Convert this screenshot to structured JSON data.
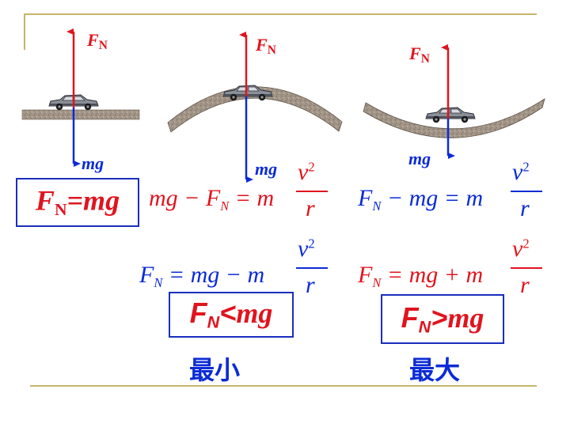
{
  "labels": {
    "normal_force": "F",
    "normal_force_sub": "N",
    "weight": "mg"
  },
  "flat": {
    "result_lhs": "F",
    "result_sub": "N",
    "result_rest": "=mg"
  },
  "convex": {
    "eq1_left": "mg − F",
    "eq1_sub": "N",
    "eq1_right": " = m",
    "eq2_left": "F",
    "eq2_sub": "N",
    "eq2_right": " = mg − m",
    "frac_num": "v",
    "frac_exp": "2",
    "frac_den": "r",
    "result_lhs": "F",
    "result_sub": "N",
    "result_op": "<",
    "result_rhs": "mg",
    "caption": "最小"
  },
  "concave": {
    "eq1_left": "F",
    "eq1_sub": "N",
    "eq1_right": " − mg = m",
    "eq2_left": "F",
    "eq2_sub": "N",
    "eq2_right": " = mg + m",
    "frac_num": "v",
    "frac_exp": "2",
    "frac_den": "r",
    "result_lhs": "F",
    "result_sub": "N",
    "result_op": ">",
    "result_rhs": "mg",
    "caption": "最大"
  },
  "colors": {
    "red": "#e0141e",
    "blue": "#0b2bd6",
    "rule": "#c7b56a",
    "road": "#9b8f84"
  }
}
